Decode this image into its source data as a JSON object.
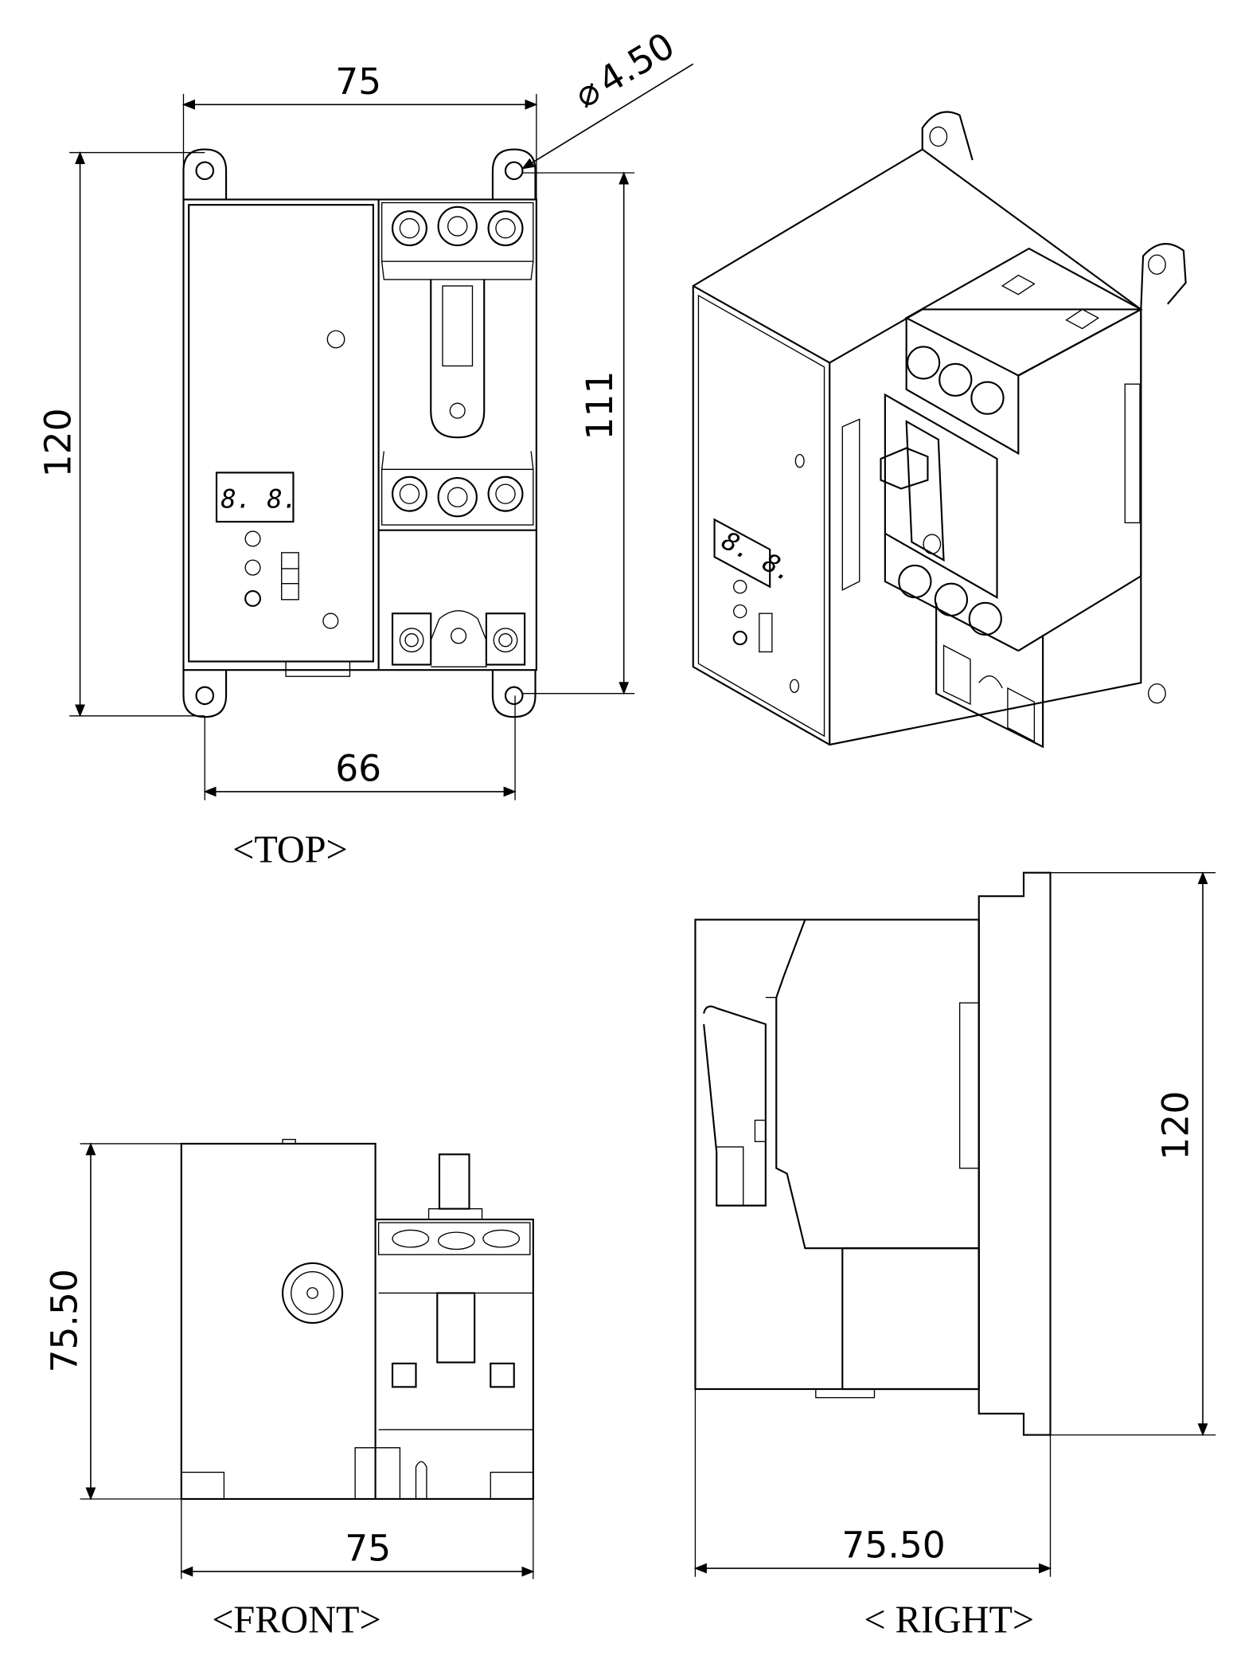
{
  "top_view": {
    "label": "<TOP>",
    "dim_width": "75",
    "dim_hole": "4.50",
    "hole_symbol": "⌀",
    "dim_height": "120",
    "dim_mount_height": "111",
    "dim_mount_width": "66",
    "display_text": "8. 8."
  },
  "iso_view": {
    "display_text": "8. 8."
  },
  "front_view": {
    "label": "<FRONT>",
    "dim_height": "75.50",
    "dim_width": "75"
  },
  "right_view": {
    "label": "< RIGHT>",
    "dim_height": "120",
    "dim_depth": "75.50"
  }
}
